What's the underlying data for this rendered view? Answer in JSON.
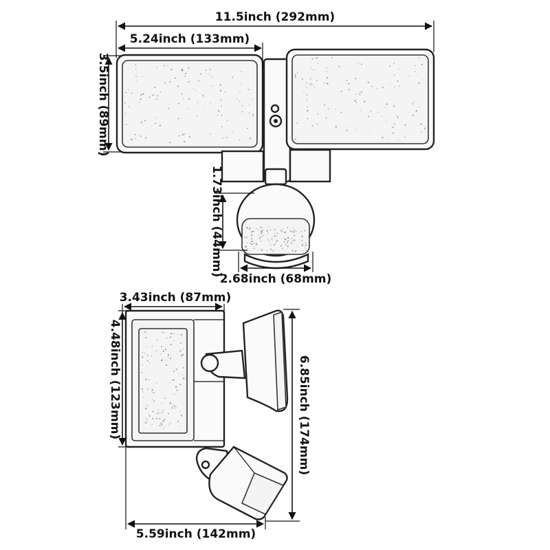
{
  "dimensions": {
    "total_width": "11.5inch (292mm)",
    "head_width": "5.24inch (133mm)",
    "head_height": "3.5inch (89mm)",
    "sensor_height": "1.73inch (44mm)",
    "sensor_width": "2.68inch (68mm)",
    "side_depth": "3.43inch (87mm)",
    "side_height": "4.48inch (123mm)",
    "total_height": "6.85inch (174mm)",
    "total_depth": "5.59inch (142mm)"
  },
  "colors": {
    "line": "#111111",
    "background": "#ffffff"
  }
}
